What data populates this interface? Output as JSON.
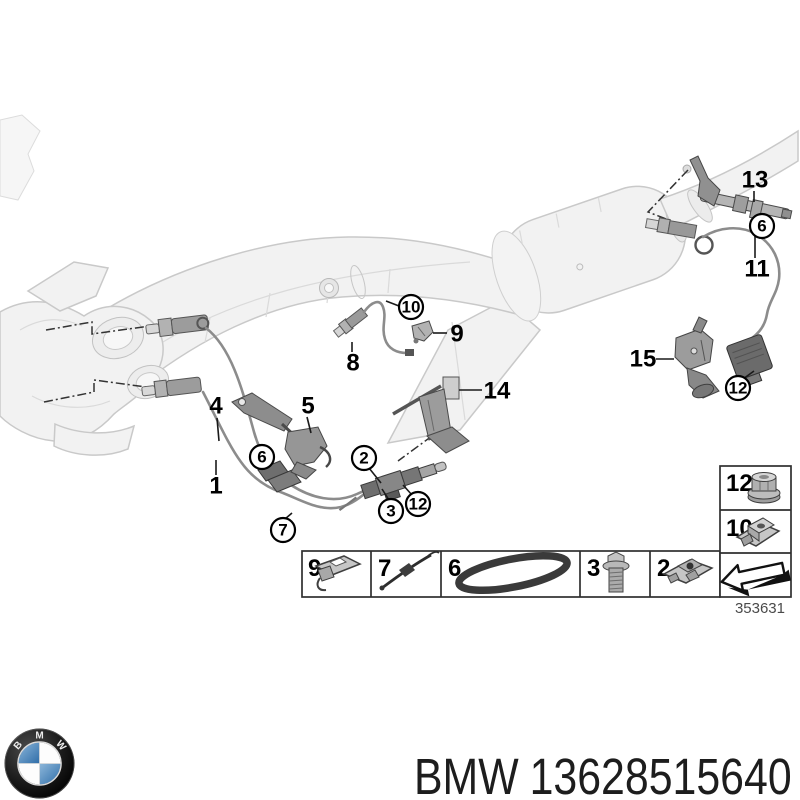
{
  "page": {
    "title": "BMW exhaust lambda sensor parts diagram",
    "background": "#ffffff"
  },
  "diagram": {
    "drawing_number": "353631",
    "callouts_plain": [
      {
        "label": "1"
      },
      {
        "label": "4"
      },
      {
        "label": "5"
      },
      {
        "label": "8"
      },
      {
        "label": "9"
      },
      {
        "label": "11"
      },
      {
        "label": "13"
      },
      {
        "label": "14"
      },
      {
        "label": "15"
      }
    ],
    "callouts_circled": [
      {
        "label": "2"
      },
      {
        "label": "3"
      },
      {
        "label": "6"
      },
      {
        "label": "6"
      },
      {
        "label": "7"
      },
      {
        "label": "10"
      },
      {
        "label": "12"
      },
      {
        "label": "12"
      }
    ]
  },
  "legend": {
    "bottom_row": [
      {
        "id": "9",
        "icon": "mounting-bracket-icon"
      },
      {
        "id": "7",
        "icon": "cable-strap-icon"
      },
      {
        "id": "6",
        "icon": "clamp-band-icon"
      },
      {
        "id": "3",
        "icon": "hex-flange-bolt-icon"
      },
      {
        "id": "2",
        "icon": "cage-nut-icon"
      }
    ],
    "right_column": [
      {
        "id": "12",
        "icon": "flange-nut-icon"
      },
      {
        "id": "10",
        "icon": "cage-nut-clip-icon"
      }
    ],
    "arrow_icon": "direction-arrow-icon"
  },
  "footer": {
    "brand": "BMW",
    "part_number": "13628515640",
    "logo_letters": [
      "B",
      "M",
      "W"
    ],
    "logo_colors": {
      "ring": "#141414",
      "blue": "#4077ab",
      "white": "#fdfdfd"
    }
  },
  "colors": {
    "line_art": "#c9c9c9",
    "dark_parts": "#8a8a8a",
    "callout_text": "#000000",
    "table_border": "#2f2f2f"
  }
}
